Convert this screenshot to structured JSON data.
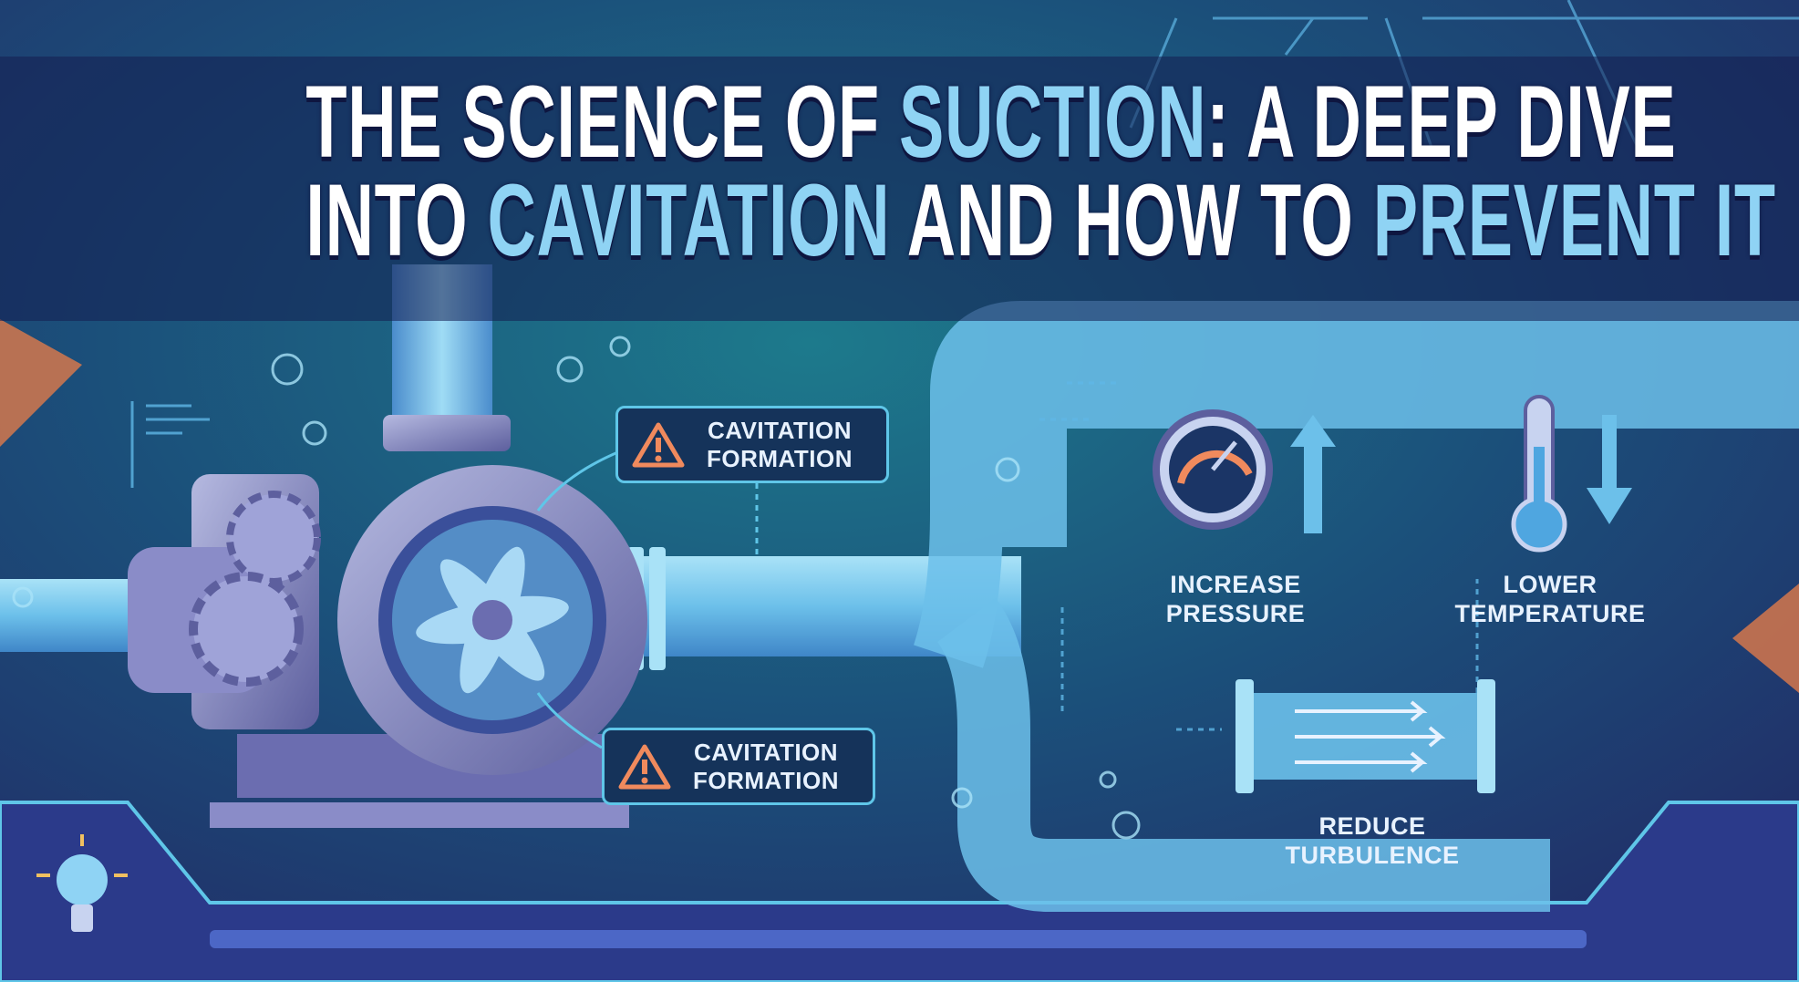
{
  "title": {
    "line1": {
      "pre": "THE SCIENCE OF ",
      "highlight": "SUCTION",
      "post": ": A DEEP DIVE"
    },
    "line2": {
      "pre": "INTO ",
      "highlight1": "CAVITATION",
      "mid": " AND HOW TO ",
      "highlight2": "PREVENT IT"
    }
  },
  "callouts": [
    {
      "line1": "CAVITATION",
      "line2": "FORMATION",
      "icon": "warning-triangle-icon"
    },
    {
      "line1": "CAVITATION",
      "line2": "FORMATION",
      "icon": "warning-triangle-icon"
    }
  ],
  "prevention": [
    {
      "line1": "INCREASE",
      "line2": "PRESSURE",
      "icon": "pressure-gauge-icon"
    },
    {
      "line1": "LOWER",
      "line2": "TEMPERATURE",
      "icon": "thermometer-icon"
    },
    {
      "line1": "REDUCE",
      "line2": "TURBULENCE",
      "icon": "flow-pipe-icon"
    }
  ],
  "colors": {
    "background": "#1b2a5e",
    "teal": "#1a6f86",
    "highlight": "#8fd3f4",
    "pipe": "#7cc8ec",
    "warning": "#f08a5d",
    "accent_orange": "#e07a4a"
  }
}
